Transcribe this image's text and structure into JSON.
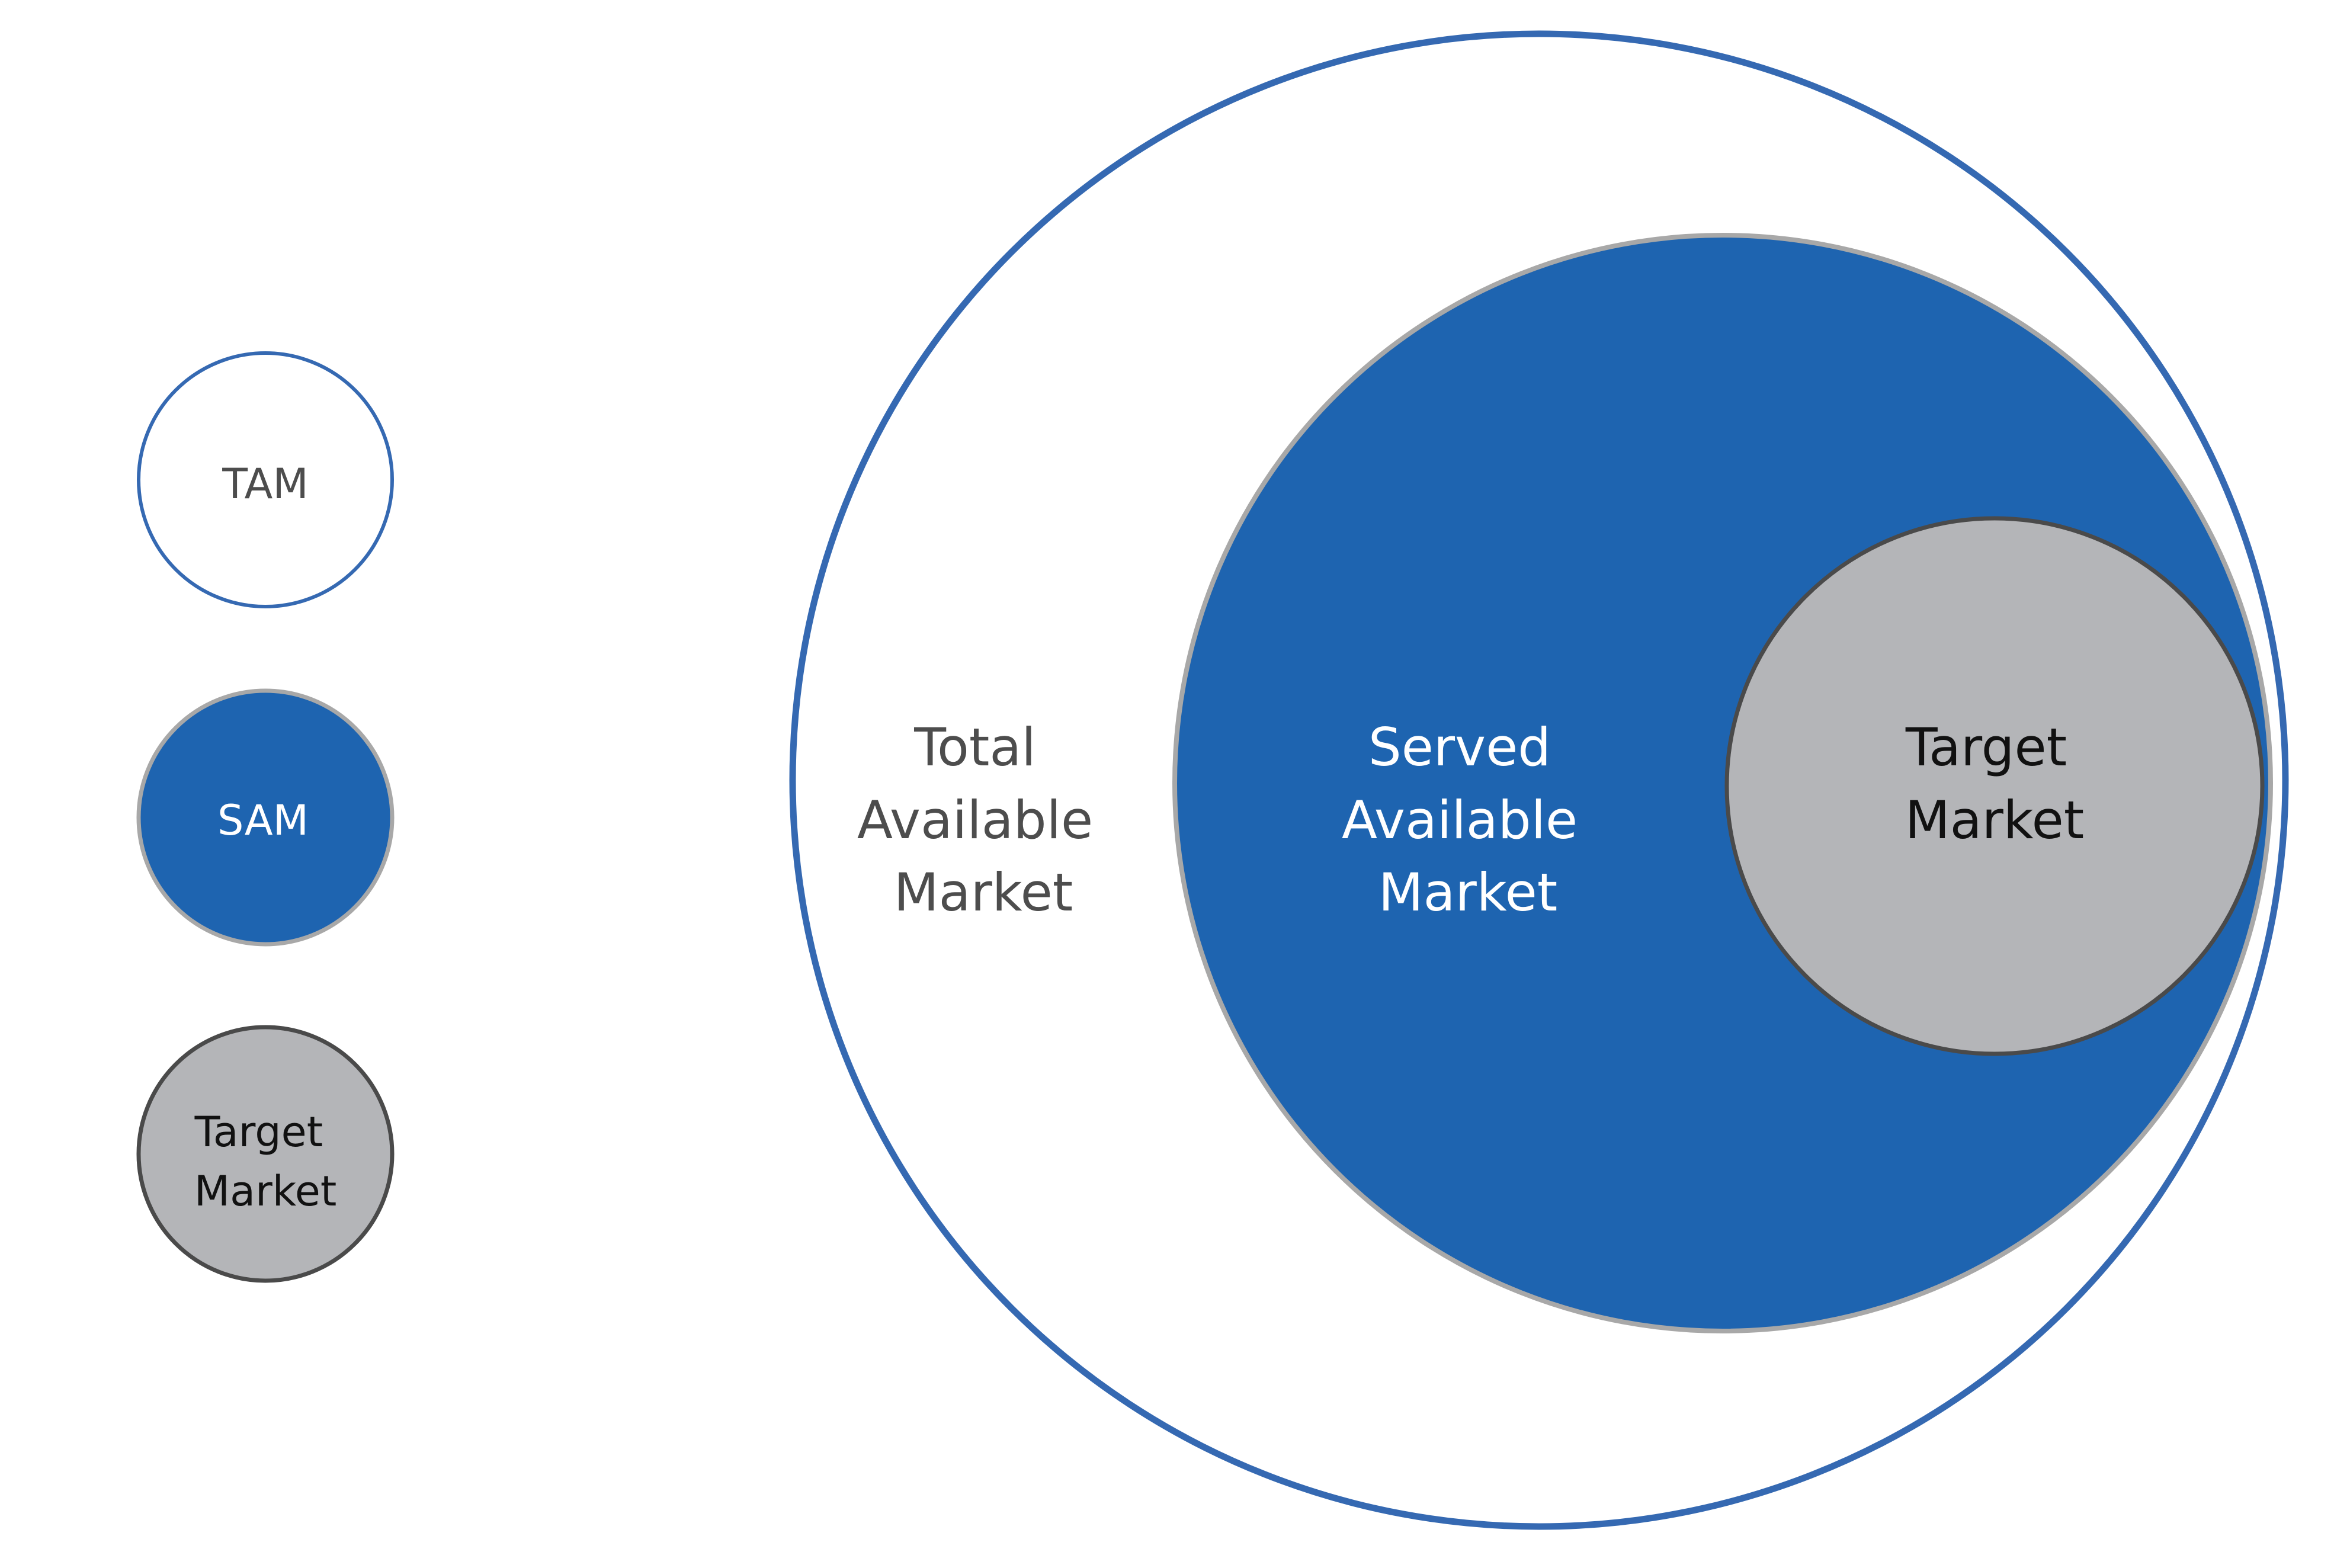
{
  "colors": {
    "tam_stroke": "#3569B2",
    "sam_fill": "#1E64B0",
    "sam_stroke": "#A8A8A8",
    "target_fill": "#B4B5B8",
    "target_stroke": "#4A4A4A",
    "text_dark_gray": "#4D4D4D",
    "text_white": "#FFFFFF",
    "text_black": "#111111",
    "background": "#FFFFFF"
  },
  "legend": {
    "items": [
      {
        "key": "tam",
        "label": "TAM"
      },
      {
        "key": "sam",
        "label": "SAM"
      },
      {
        "key": "target",
        "lines": [
          "Target",
          "Market"
        ]
      }
    ]
  },
  "main": {
    "tam": {
      "lines": [
        "Total",
        "Available",
        "Market"
      ]
    },
    "sam": {
      "lines": [
        "Served",
        "Available",
        "Market"
      ]
    },
    "target": {
      "lines": [
        "Target",
        "Market"
      ]
    }
  }
}
